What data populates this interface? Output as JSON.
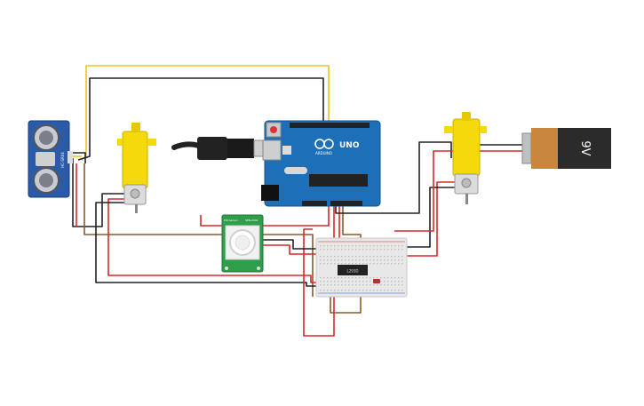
{
  "colors": {
    "background": "#ffffff",
    "wire_black": "#222222",
    "wire_red": "#d62828",
    "wire_yellow": "#f2c21b",
    "wire_brown": "#8a5a2b",
    "arduino_board": "#1d6fb8",
    "motor_yellow": "#f5d90a",
    "pir_board": "#2e9e4a",
    "battery_body": "#2b2b2b",
    "battery_cap": "#c9863d",
    "sensor_board": "#2b5aa8",
    "breadboard": "#e8e8e8",
    "led": "#b83228"
  },
  "components": {
    "battery": {
      "label": "9V"
    },
    "arduino": {
      "brand": "ARDUINO",
      "model": "UNO"
    },
    "driver_ic": {
      "label": "L293D"
    },
    "ultrasonic": {
      "label": "HC-SR04"
    },
    "pir": {
      "label_left": "PIR Sensor",
      "label_right": "SEN-0001"
    }
  }
}
